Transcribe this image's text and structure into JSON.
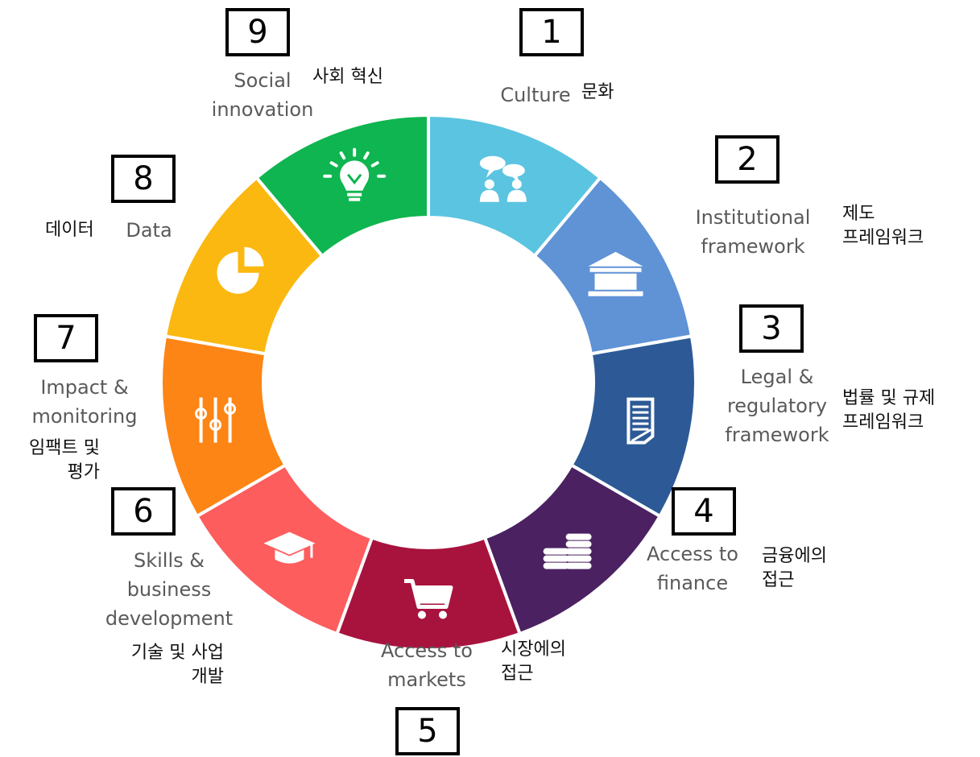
{
  "segments": [
    {
      "number": "1",
      "en": "Culture",
      "ko": "문화",
      "color": "#5bc4e0",
      "icon": "people-talking-icon"
    },
    {
      "number": "2",
      "en": "Institutional\nframework",
      "ko": "제도\n프레임워크",
      "color": "#5f93d6",
      "icon": "institution-building-icon"
    },
    {
      "number": "3",
      "en": "Legal &\nregulatory\nframework",
      "ko": "법률 및 규제\n프레임워크",
      "color": "#2d5a96",
      "icon": "legal-document-icon"
    },
    {
      "number": "4",
      "en": "Access to\nfinance",
      "ko": "금융에의\n접근",
      "color": "#4b2161",
      "icon": "coin-stack-icon"
    },
    {
      "number": "5",
      "en": "Access to\nmarkets",
      "ko": "시장에의\n접근",
      "color": "#a8133e",
      "icon": "shopping-cart-icon"
    },
    {
      "number": "6",
      "en": "Skills &\nbusiness\ndevelopment",
      "ko": "기술 및 사업\n개발",
      "color": "#fd5d5d",
      "icon": "graduation-cap-icon"
    },
    {
      "number": "7",
      "en": "Impact &\nmonitoring",
      "ko": "임팩트 및\n평가",
      "color": "#fd8515",
      "icon": "sliders-icon"
    },
    {
      "number": "8",
      "en": "Data",
      "ko": "데이터",
      "color": "#fbb810",
      "icon": "pie-chart-icon"
    },
    {
      "number": "9",
      "en": "Social\ninnovation",
      "ko": "사회 혁신",
      "color": "#0fb550",
      "icon": "lightbulb-icon"
    }
  ]
}
